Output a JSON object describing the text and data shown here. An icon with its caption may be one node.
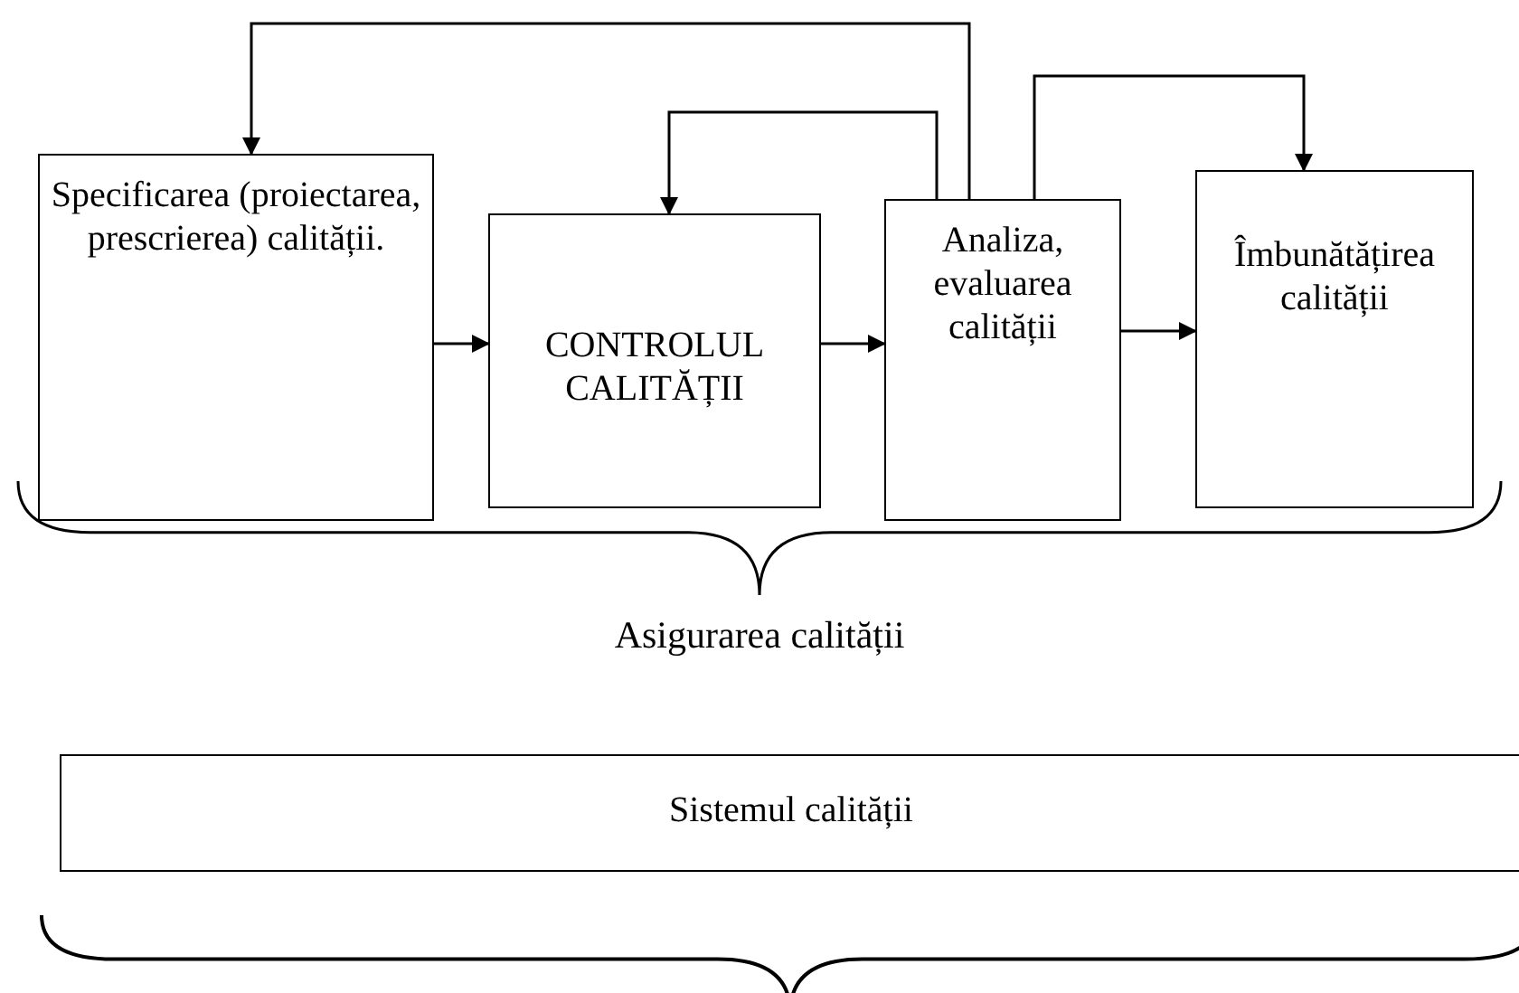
{
  "diagram": {
    "nodes": [
      {
        "text": [
          "Specificarea (proiectarea, prescrierea) calității."
        ]
      },
      {
        "text": [
          "CONTROLUL CALITĂȚII"
        ]
      },
      {
        "text": [
          "Analiza, evaluarea calității"
        ]
      },
      {
        "text": [
          "Îmbunătățirea calității"
        ]
      },
      {
        "text": [
          "Sistemul calității"
        ]
      }
    ],
    "edges": [
      {
        "from": 0,
        "to": 1,
        "arrow": "to"
      },
      {
        "from": 1,
        "to": 2,
        "arrow": "to"
      },
      {
        "from": 2,
        "to": 3,
        "arrow": "to"
      },
      {
        "from": 2,
        "to": 0,
        "arrow": "to"
      },
      {
        "from": 2,
        "to": 1,
        "arrow": "to"
      },
      {
        "from": 2,
        "to": 3,
        "arrow": "to"
      }
    ],
    "labels": [
      "Asigurarea calității"
    ]
  }
}
